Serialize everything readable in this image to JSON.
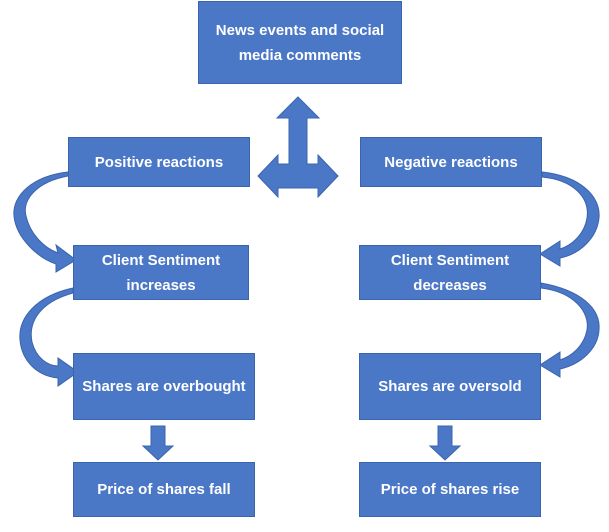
{
  "diagram": {
    "top": "News events and social media comments",
    "left": {
      "reaction": "Positive reactions",
      "sentiment": "Client Sentiment increases",
      "shares": "Shares are overbought",
      "price": "Price of shares fall"
    },
    "right": {
      "reaction": "Negative reactions",
      "sentiment": "Client Sentiment decreases",
      "shares": "Shares are oversold",
      "price": "Price of shares rise"
    }
  },
  "colors": {
    "box_fill": "#4a77c6",
    "arrow_fill": "#4a77c6",
    "text": "#ffffff"
  }
}
